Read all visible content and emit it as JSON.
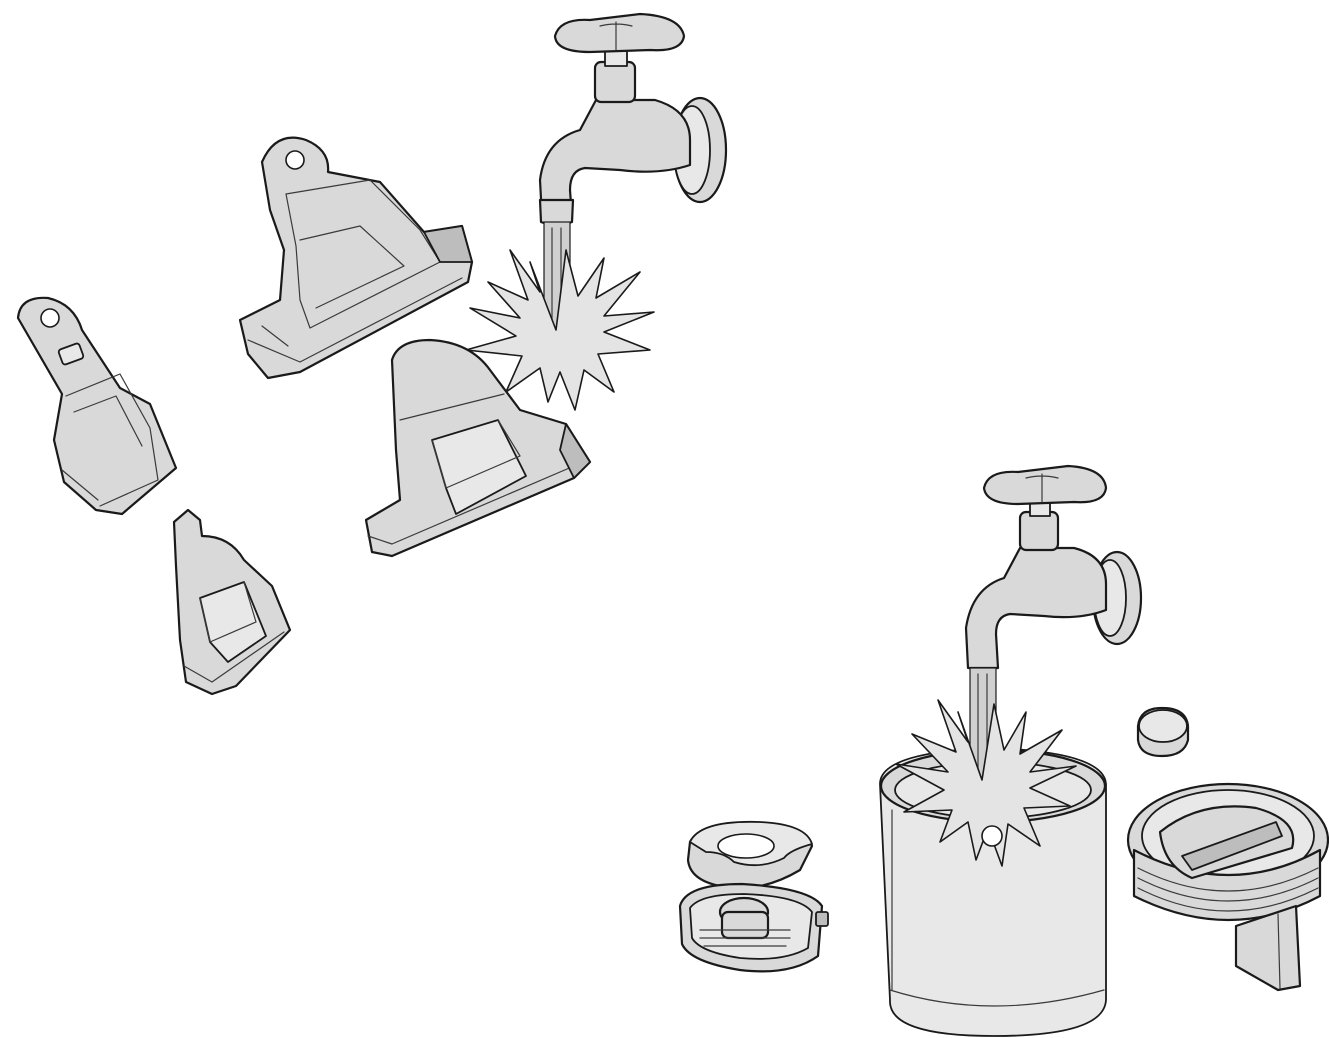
{
  "figure": {
    "type": "cleaning-instruction-illustration",
    "colors": {
      "background": "#ffffff",
      "part_fill": "#d9d9d9",
      "outline": "#1a1a1a"
    },
    "groups": [
      {
        "id": "nozzles-rinse",
        "items": [
          "faucet",
          "water-splash",
          "wide-nozzle-with-clip",
          "wide-nozzle",
          "crevice-nozzle",
          "small-nozzle"
        ]
      },
      {
        "id": "dust-cup-rinse",
        "items": [
          "faucet",
          "water-splash",
          "dust-cup",
          "filter-lid",
          "filter-basket",
          "cyclone-cap",
          "round-plug"
        ]
      }
    ]
  }
}
